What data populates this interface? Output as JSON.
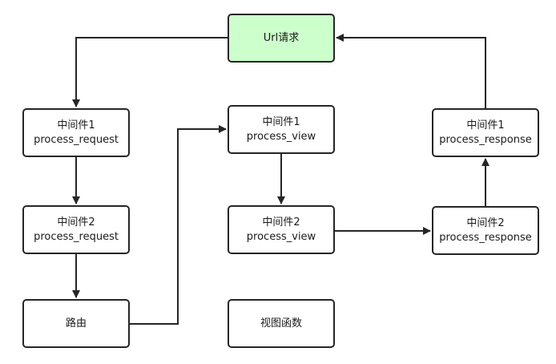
{
  "colors": {
    "start_fill": "#ccffcc",
    "node_fill": "#ffffff",
    "stroke": "#262626"
  },
  "nodes": {
    "url": {
      "text": "Url请求"
    },
    "mw1_request": {
      "line1": "中间件1",
      "line2": "process_request"
    },
    "mw2_request": {
      "line1": "中间件2",
      "line2": "process_request"
    },
    "routing": {
      "text": "路由"
    },
    "mw1_view": {
      "line1": "中间件1",
      "line2": "process_view"
    },
    "mw2_view": {
      "line1": "中间件2",
      "line2": "process_view"
    },
    "view_function": {
      "text": "视图函数"
    },
    "mw2_response": {
      "line1": "中间件2",
      "line2": "process_response"
    },
    "mw1_response": {
      "line1": "中间件1",
      "line2": "process_response"
    }
  },
  "edges": [
    {
      "from": "url",
      "to": "mw1_request"
    },
    {
      "from": "mw1_request",
      "to": "mw2_request"
    },
    {
      "from": "mw2_request",
      "to": "routing"
    },
    {
      "from": "routing",
      "to": "mw1_view"
    },
    {
      "from": "mw1_view",
      "to": "mw2_view"
    },
    {
      "from": "mw2_view",
      "to": "mw2_response"
    },
    {
      "from": "mw2_response",
      "to": "mw1_response"
    },
    {
      "from": "mw1_response",
      "to": "url"
    }
  ]
}
